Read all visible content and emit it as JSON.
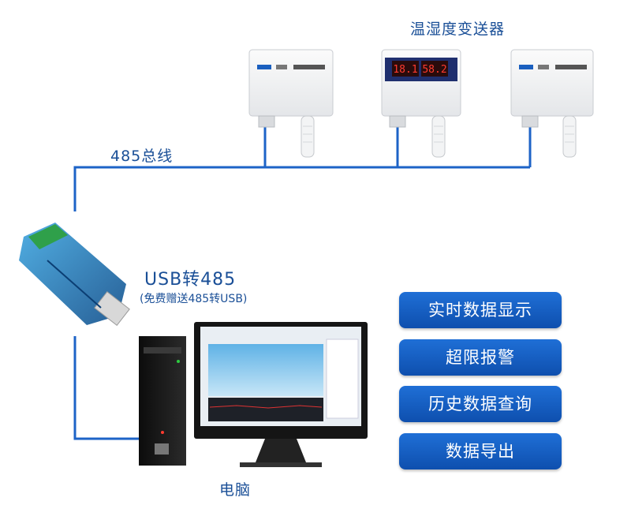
{
  "top_title": "温湿度变送器",
  "bus_label": "485总线",
  "converter": {
    "title": "USB转485",
    "subtitle": "(免费赠送485转USB)"
  },
  "computer_label": "电脑",
  "features": [
    "实时数据显示",
    "超限报警",
    "历史数据查询",
    "数据导出"
  ],
  "transmitter_label": "温湿度变送器",
  "display_values": [
    "18.1",
    "58.2"
  ],
  "colors": {
    "line": "#1d63c7",
    "text": "#1a4f97",
    "button": "#135ec4"
  }
}
